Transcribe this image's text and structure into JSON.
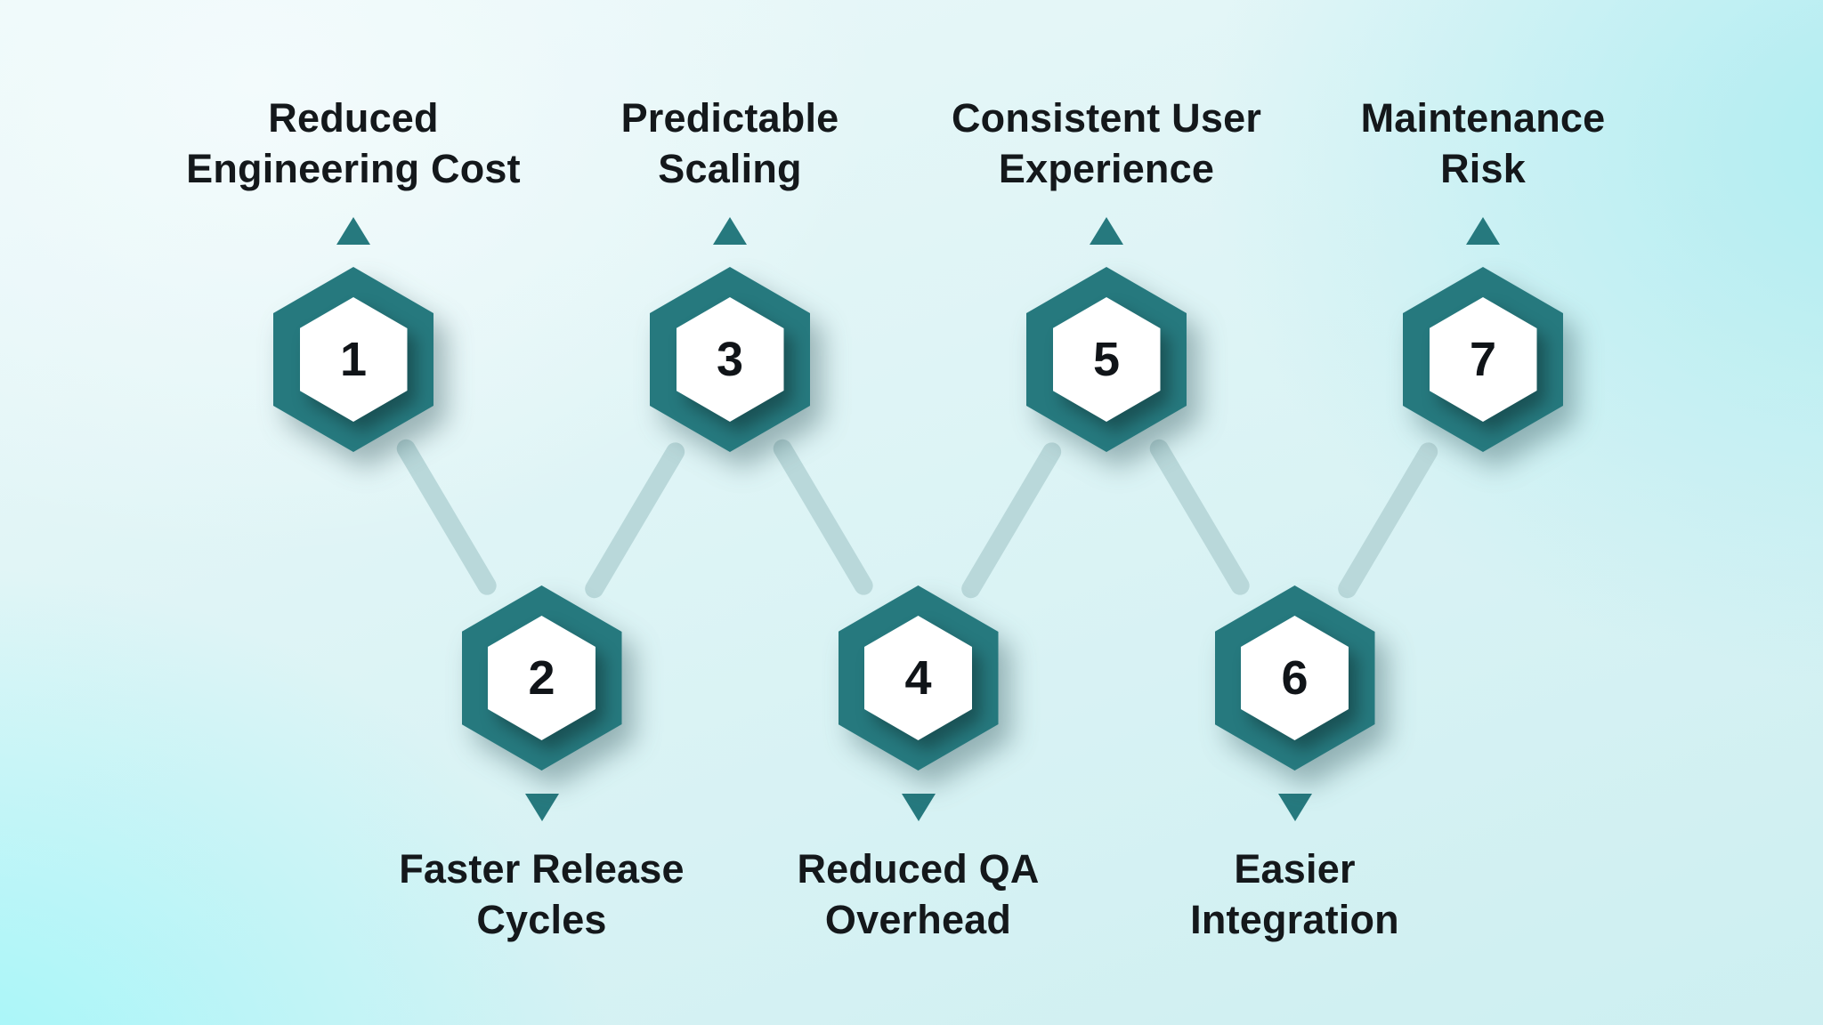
{
  "diagram": {
    "type": "zigzag-hexagon-process",
    "items": [
      {
        "number": "1",
        "label_lines": [
          "Reduced",
          "Engineering Cost"
        ],
        "row": "top"
      },
      {
        "number": "2",
        "label_lines": [
          "Faster Release",
          "Cycles"
        ],
        "row": "bottom"
      },
      {
        "number": "3",
        "label_lines": [
          "Predictable",
          "Scaling"
        ],
        "row": "top"
      },
      {
        "number": "4",
        "label_lines": [
          "Reduced QA",
          "Overhead"
        ],
        "row": "bottom"
      },
      {
        "number": "5",
        "label_lines": [
          "Consistent User",
          "Experience"
        ],
        "row": "top"
      },
      {
        "number": "6",
        "label_lines": [
          "Easier",
          "Integration"
        ],
        "row": "bottom"
      },
      {
        "number": "7",
        "label_lines": [
          "Maintenance",
          "Risk"
        ],
        "row": "top"
      }
    ],
    "colors": {
      "hexagon_teal": "#26797e",
      "hexagon_face": "#ffffff",
      "connector": "#b9d8da",
      "label_text": "#14181b",
      "number_text": "#101418"
    }
  }
}
